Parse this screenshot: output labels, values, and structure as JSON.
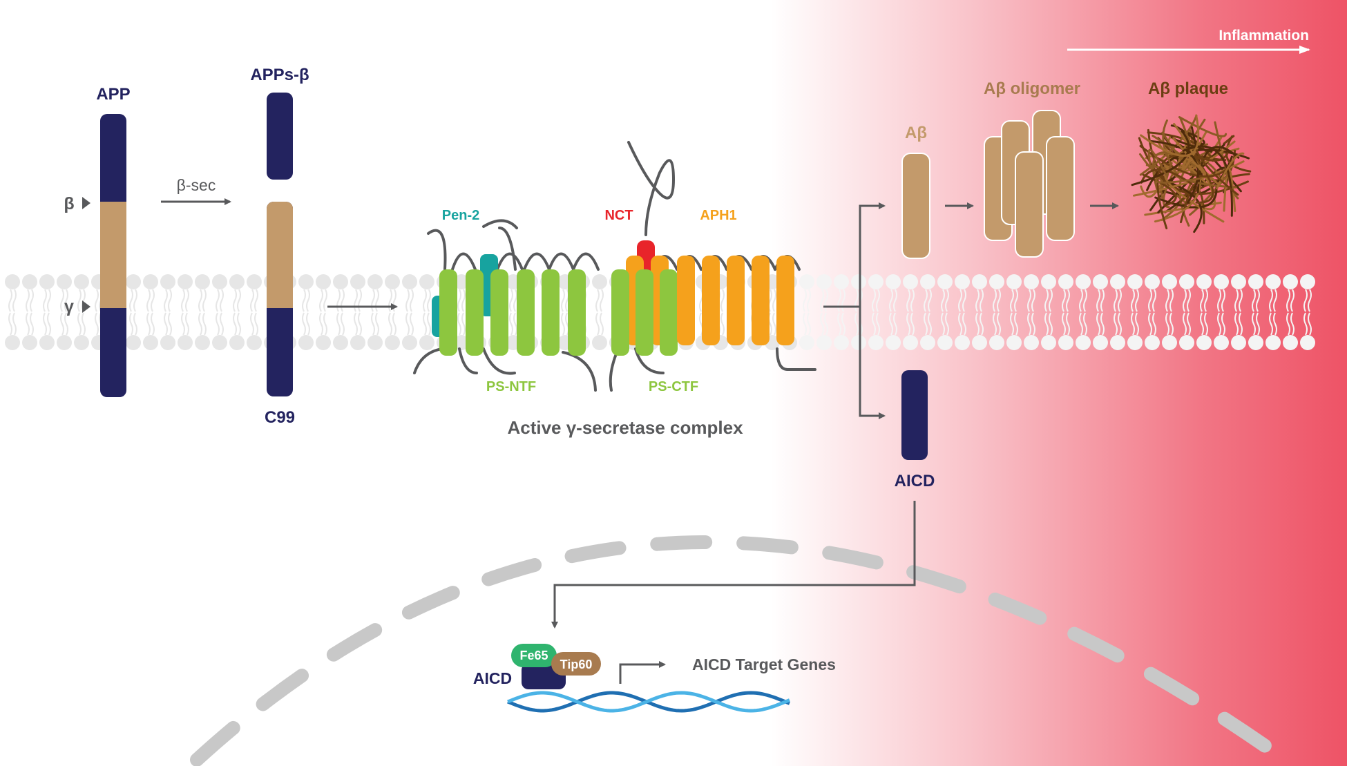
{
  "labels": {
    "app": "APP",
    "beta_marker": "β",
    "gamma_marker": "γ",
    "beta_sec": "β-sec",
    "apps_beta": "APPs-β",
    "c99": "C99",
    "pen2": "Pen-2",
    "nct": "NCT",
    "aph1": "APH1",
    "ps_ntf": "PS-NTF",
    "ps_ctf": "PS-CTF",
    "complex": "Active γ-secretase complex",
    "inflammation": "Inflammation",
    "abeta": "Aβ",
    "abeta_oligomer": "Aβ oligomer",
    "abeta_plaque": "Aβ plaque",
    "aicd": "AICD",
    "fe65": "Fe65",
    "tip60": "Tip60",
    "aicd_nucleus": "AICD",
    "target_genes": "AICD Target Genes"
  },
  "colors": {
    "navy": "#23235f",
    "tan": "#c39a6b",
    "teal": "#17a39f",
    "green": "#8dc63f",
    "orange": "#f5a11c",
    "red": "#e8242a",
    "inflammation_red": "#ee5366",
    "gray": "#58595b",
    "membrane": "#e6e6e6",
    "fe65_green": "#2fb46e",
    "tip60_brown": "#a87b4f",
    "dna_dark": "#1f6fb2",
    "dna_light": "#4bb3e6",
    "plaque": "#6b3e12"
  }
}
